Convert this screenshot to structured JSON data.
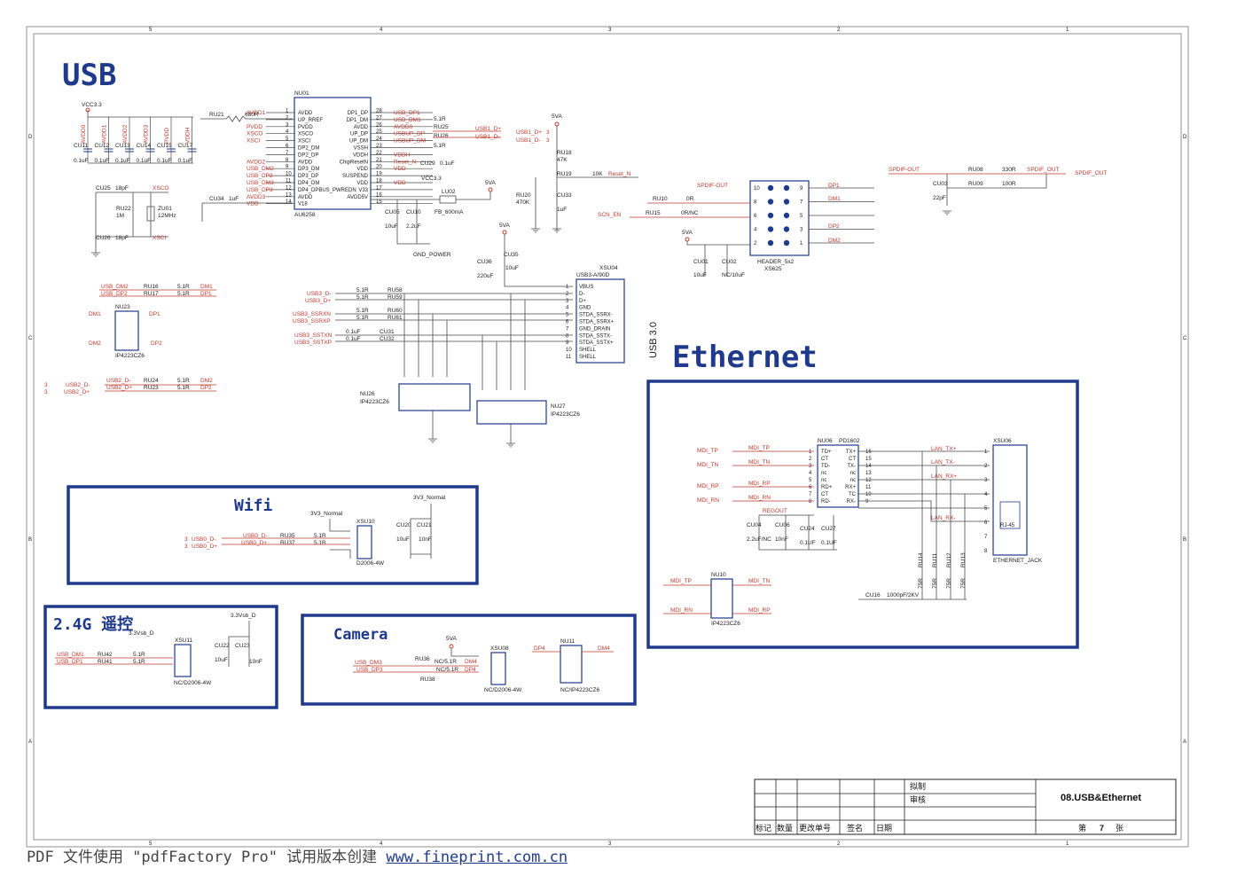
{
  "titles": {
    "usb": "USB",
    "ethernet": "Ethernet",
    "wifi": "Wifi",
    "remote": "2.4G 遥控",
    "camera": "Camera",
    "usb30_vertical": "USB 3.0"
  },
  "usb_hub": {
    "ref": "NU01",
    "part": "AU6258",
    "left_pins": [
      {
        "num": "1",
        "name": "AVDD",
        "net": "AVDD1"
      },
      {
        "num": "2",
        "name": "UP_RREF",
        "net": ""
      },
      {
        "num": "3",
        "name": "PVDD",
        "net": "PVDD"
      },
      {
        "num": "4",
        "name": "XSCO",
        "net": "XSCO"
      },
      {
        "num": "5",
        "name": "XSCI",
        "net": "XSCI"
      },
      {
        "num": "6",
        "name": "DP2_DM",
        "net": ""
      },
      {
        "num": "7",
        "name": "DP2_DP",
        "net": ""
      },
      {
        "num": "8",
        "name": "AVDD",
        "net": "AVDD2"
      },
      {
        "num": "9",
        "name": "DP3_DM",
        "net": "USB_DM2"
      },
      {
        "num": "10",
        "name": "DP3_DP",
        "net": "USB_DP2"
      },
      {
        "num": "11",
        "name": "DP4_DM",
        "net": "USB_DM3"
      },
      {
        "num": "12",
        "name": "DP4_DPBUS_PWREDN",
        "net": "USB_DP3"
      },
      {
        "num": "13",
        "name": "AVDD",
        "net": "AVDD3"
      },
      {
        "num": "14",
        "name": "V18",
        "net": "VDD"
      }
    ],
    "right_pins": [
      {
        "num": "28",
        "name": "DP1_DP",
        "net": "USB_DP1"
      },
      {
        "num": "27",
        "name": "DP1_DM",
        "net": "USB_DM1"
      },
      {
        "num": "26",
        "name": "AVDD",
        "net": "AVDD0"
      },
      {
        "num": "25",
        "name": "UP_DP",
        "net": "USBUP_DP"
      },
      {
        "num": "24",
        "name": "UP_DM",
        "net": "USBUP_DM"
      },
      {
        "num": "23",
        "name": "VSSH",
        "net": ""
      },
      {
        "num": "22",
        "name": "VDDH",
        "net": "VDDH"
      },
      {
        "num": "21",
        "name": "ChipResetN",
        "net": "Reset_N"
      },
      {
        "num": "20",
        "name": "VDD",
        "net": "VDD"
      },
      {
        "num": "19",
        "name": "SUSPEND",
        "net": ""
      },
      {
        "num": "18",
        "name": "VDD",
        "net": "VDD"
      },
      {
        "num": "17",
        "name": "V33",
        "net": ""
      },
      {
        "num": "16",
        "name": "AVDD5V",
        "net": ""
      },
      {
        "num": "15",
        "name": "",
        "net": ""
      }
    ]
  },
  "labels": {
    "vcc33": "VCC3.3",
    "vcc33b": "VCC3.3",
    "v5a_1": "5VA",
    "v5a_2": "5VA",
    "v5a_3": "5VA",
    "v5a_4": "5VA",
    "v5a_5": "5VA",
    "gnd_power": "GND_POWER",
    "ru21": "RU21",
    "ru21v": "680R",
    "cu11": "CU11",
    "cu12": "CU12",
    "cu13": "CU13",
    "cu14": "CU14",
    "cu15": "CU15",
    "cu17": "CU17",
    "c01uf": "0.1uF",
    "avdd0": "AVDD0",
    "avdd1": "AVDD1",
    "avdd2": "AVDD2",
    "avdd3": "AVDD3",
    "pvdd": "PVDD",
    "vddh": "VDDH",
    "cu25": "CU25",
    "cu25v": "18pF",
    "cu26": "CU26",
    "cu26v": "18pF",
    "ru22": "RU22",
    "ru22v": "1M",
    "zu01": "ZU01",
    "zu01v": "12MHz",
    "xsco": "XSCO",
    "xsci": "XSCI",
    "cu34": "CU34",
    "cu34v": "1uF",
    "ru25": "RU25",
    "ru26": "RU26",
    "r51": "5.1R",
    "usb1_dp": "USB1_D+",
    "usb1_dm": "USB1_D-",
    "ru18": "RU18",
    "ru18v": "47K",
    "ru19": "RU19",
    "ru19v": "10K",
    "reset_n": "Reset_N",
    "ru20": "RU20",
    "ru20v": "470K",
    "cu33": "CU33",
    "cu33v": "1uF",
    "cu29": "CU29",
    "cu29v": "0.1uF",
    "lu02": "LU02",
    "lu02v": "FB_600mA",
    "cu05": "CU05",
    "cu05v": "10uF",
    "cu10": "CU10",
    "cu10v": "2.2uF",
    "scn_en": "SCN_EN",
    "spdif_out": "SPDIF-OUT",
    "spdif_out2": "SPDIF_OUT",
    "ru08": "RU08",
    "ru08v": "330R",
    "ru09": "RU09",
    "ru09v": "100R",
    "cu03": "CU03",
    "cu03v": "22pF",
    "ru10": "RU10",
    "ru10v": "0R",
    "ru15": "RU15",
    "ru15v": "0R/NC",
    "cu01": "CU01",
    "cu01v": "10uF",
    "cu02": "CU02",
    "cu02v": "NC/10uF",
    "header": "HEADER_5x2",
    "xs625": "XS625",
    "dp1": "DP1",
    "dm1": "DM1",
    "dp2": "DP2",
    "dm2": "DM2",
    "cu36": "CU36",
    "cu36v": "220uF",
    "cu35": "CU35",
    "cu35v": "10uF",
    "xsu04": "XSU04",
    "usb3a": "USB3-A/90D",
    "usb3_pins": [
      "VBUS",
      "D-",
      "D+",
      "GND",
      "STDA_SSRX-",
      "STDA_SSRX+",
      "GND_DRAIN",
      "STDA_SSTX-",
      "STDA_SSTX+",
      "SHELL",
      "SHELL"
    ],
    "usb3_dm": "USB3_D-",
    "usb3_dp": "USB3_D+",
    "usb3_ssrxn": "USB3_SSRXN",
    "usb3_ssrxp": "USB3_SSRXP",
    "usb3_sstxn": "USB3_SSTXN",
    "usb3_sstxp": "USB3_SSTXP",
    "ru58": "RU58",
    "ru59": "RU59",
    "ru60": "RU60",
    "ru61": "RU61",
    "cu31": "CU31",
    "cu32": "CU32",
    "nu26": "NU26",
    "nu27": "NU27",
    "ip4223": "IP4223CZ6",
    "usb_dm2": "USB_DM2",
    "usb_dp2": "USB_DP2",
    "ru16": "RU16",
    "ru17": "RU17",
    "nu23": "NU23",
    "usb2_dm": "USB2_D-",
    "usb2_dp": "USB2_D+",
    "ru24": "RU24",
    "ru23": "RU23",
    "wifi_3v3": "3V3_Normal",
    "wifi_3v3b": "3V3_Normal",
    "usb0_dm": "USB0_D-",
    "usb0_dp": "USB0_D+",
    "ru35": "RU35",
    "ru37": "RU37",
    "xsu10": "XSU10",
    "d2006": "D2006-4W",
    "cu20": "CU20",
    "cu20v": "10uF",
    "cu21": "CU21",
    "cu21v": "10nF",
    "v33sb": "3.3Vsb_D",
    "v33sb2": "3.3Vsb_D",
    "usb_dm1": "USB_DM1",
    "usb_dp1": "USB_DP1",
    "ru42": "RU42",
    "ru41": "RU41",
    "xsu11": "XSU11",
    "nc_d2006": "NC/D2006-4W",
    "cu22": "CU22",
    "cu22v": "10uF",
    "cu23": "CU23",
    "cu23v": "10nF",
    "usb_dm3": "USB_DM3",
    "usb_dp3": "USB_DP3",
    "ru36": "RU36",
    "ru38": "RU38",
    "ncr": "NC/5.1R",
    "dm4": "DM4",
    "dp4": "DP4",
    "xsu08": "XSU08",
    "nu11": "NU11",
    "nc_ip": "NC/IP4223CZ6",
    "nu06": "NU06",
    "pd1602": "PD1602",
    "xsu06": "XSU06",
    "rj45": "RJ-45",
    "eth_jack": "ETHERNET_JACK",
    "mdi_tp": "MDI_TP",
    "mdi_tn": "MDI_TN",
    "mdi_rp": "MDI_RP",
    "mdi_rn": "MDI_RN",
    "lan_txp": "LAN_TX+",
    "lan_txn": "LAN_TX-",
    "lan_rxp": "LAN_RX+",
    "lan_rxn": "LAN_RX-",
    "regout": "REGOUT",
    "cu04": "CU04",
    "cu04v": "2.2uF/NC",
    "cu06": "CU06",
    "cu06v": "10nF",
    "cu24": "CU24",
    "cu27": "CU27",
    "cu24v": "0.1UF",
    "cu27v": "0.1UF",
    "ru14": "RU14",
    "ru11": "RU11",
    "ru12": "RU12",
    "ru13": "RU13",
    "r75": "75R",
    "cu16": "CU16",
    "cu16v": "1000pF/2KV",
    "nu10": "NU10",
    "pd_left": [
      "TD+",
      "CT",
      "TD-",
      "nc",
      "nc",
      "RD+",
      "CT",
      "RD-"
    ],
    "pd_right": [
      "TX+",
      "CT",
      "TX-",
      "nc",
      "nc",
      "RX+",
      "TC",
      "RX-"
    ]
  },
  "title_block": {
    "drawn_by": "拟制",
    "reviewed": "审核",
    "drawing_title": "08.USB&Ethernet",
    "cols": [
      "标记",
      "数量",
      "更改单号",
      "签名",
      "日期"
    ],
    "sheet_prefix": "第",
    "sheet_num": "7",
    "sheet_suffix": "张"
  },
  "border": {
    "top": [
      "5",
      "4",
      "3",
      "2",
      "1"
    ],
    "side": [
      "D",
      "C",
      "B",
      "A"
    ]
  },
  "footer": {
    "text": "PDF 文件使用 \"pdfFactory Pro\" 试用版本创建 ",
    "link": "www.fineprint.com.cn"
  }
}
